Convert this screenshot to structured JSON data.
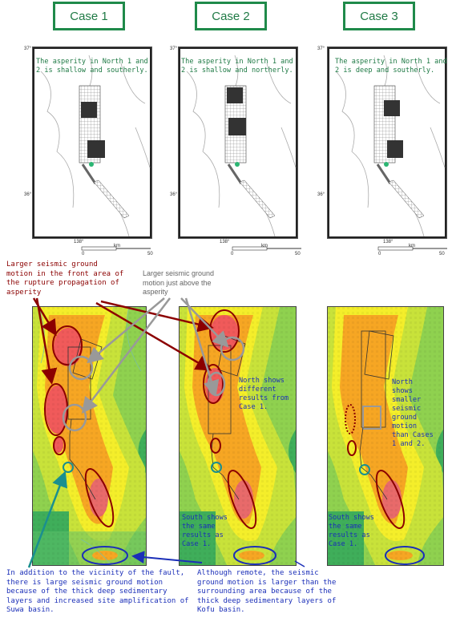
{
  "cases": [
    {
      "label": "Case 1",
      "caption_line1": "The asperity in North 1 and",
      "caption_line2": "2 is shallow and southerly."
    },
    {
      "label": "Case 2",
      "caption_line1": "The asperity in North 1 and",
      "caption_line2": "2 is shallow and northerly."
    },
    {
      "label": "Case 3",
      "caption_line1": "The asperity in North 1 and",
      "caption_line2": "2 is deep and southerly."
    }
  ],
  "map_ticks": {
    "lat_top": "37°",
    "lat_mid": "36°",
    "lon": "138°",
    "scale_unit": "km",
    "scale_start": "0",
    "scale_end": "50"
  },
  "annotations": {
    "front_area": [
      "Larger  seismic  ground",
      "motion in the front area of",
      "the rupture propagation of",
      "asperity"
    ],
    "above_asperity": [
      "Larger seismic ground",
      "motion just above the",
      "asperity"
    ],
    "case2_north": [
      "North   shows",
      "different",
      "results  from",
      "Case 1."
    ],
    "case3_north": [
      "North",
      "shows",
      "smaller",
      "seismic",
      "ground",
      "motion",
      "than Cases",
      "1 and 2."
    ],
    "case2_south": [
      "South shows",
      "the    same",
      "results  as",
      "Case 1."
    ],
    "case3_south": [
      "South shows",
      "the  same",
      "results as",
      "Case 1."
    ],
    "suwa": [
      "In addition to the vicinity of the fault,",
      "there  is  large  seismic  ground  motion",
      "because  of  the  thick  deep  sedimentary",
      "layers and increased site amplification of",
      "Suwa basin."
    ],
    "kofu": [
      "Although   remote,    the    seismic",
      "ground motion is larger than the",
      "surrounding area because of the",
      "thick deep sedimentary layers of",
      "Kofu basin."
    ]
  },
  "colors": {
    "accent_green": "#1f8a4a",
    "dark_red": "#8b0000",
    "blue": "#1b2fb8",
    "gray": "#999999",
    "teal": "#1a8f8f"
  }
}
